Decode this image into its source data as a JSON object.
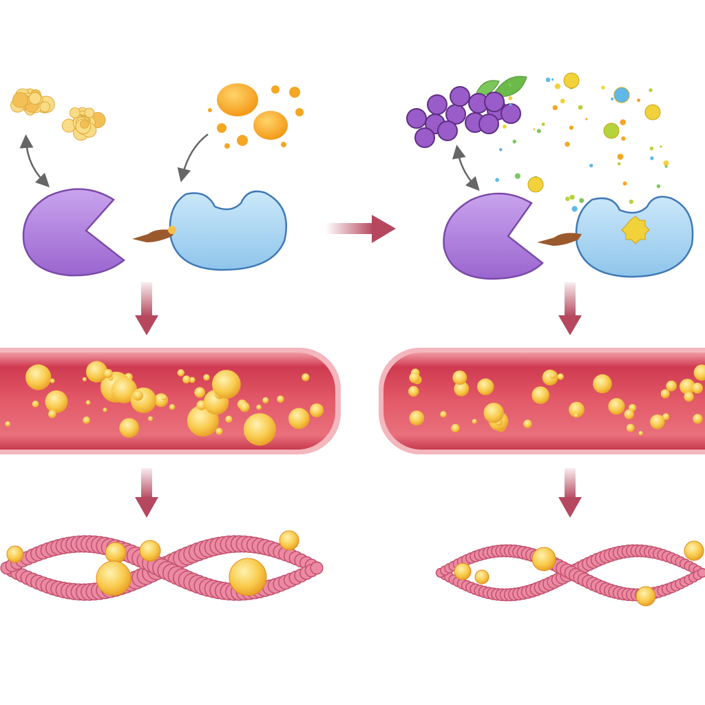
{
  "colors": {
    "background": "#ffffff",
    "enzyme_purple": "#a77ad6",
    "enzyme_blue": "#a9d6f2",
    "fat_yellow": "#f7d77a",
    "oil_orange": "#f5a623",
    "vessel_red": "#d9475c",
    "vessel_inner": "#e8606e",
    "arrow_red": "#b5485e",
    "chain_pink": "#e87c96",
    "grape_purple": "#8a4fb8",
    "leaf_green": "#6cbb4a"
  },
  "panels": [
    {
      "side": "left",
      "food": "fat-clusters-and-oil-droplets",
      "vessel_fat_level": "high",
      "chain_fat_deposits": "many"
    },
    {
      "side": "right",
      "food": "grapes-and-plant-compounds",
      "vessel_fat_level": "lower",
      "chain_fat_deposits": "fewer"
    }
  ]
}
